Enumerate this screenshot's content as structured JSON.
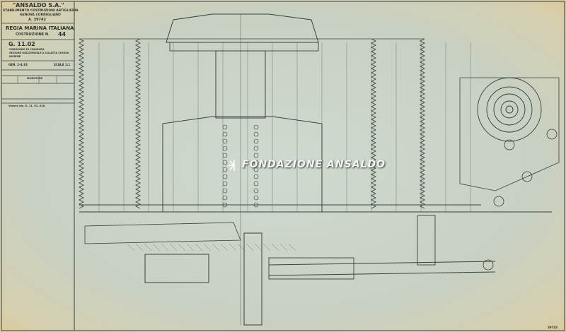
{
  "title_block": {
    "company": "\"ANSALDO S.A.\"",
    "division": "STABILIMENTO COSTRUZIONI ARTIGLIERIA",
    "city": "GENOVA CORNIGLIANO",
    "drawing_ref": "A. 39742",
    "navy": "REGIA MARINA ITALIANA",
    "construction_label": "COSTRUZIONE N.",
    "construction_number": "44",
    "drawing_code": "G. 11.02",
    "description_1": "CONGEGNO DI CHIUSURA",
    "description_2": "SEZIONE ORIZZONTALE A CULATTA CHIUSA",
    "description_3": "INSIEME",
    "date": "GEN. 2-4-33",
    "scale": "SCALA 1:1",
    "modifications_header": "MODIFICHE",
    "footer_note": "Vedere dis. G. 11. 01. 018."
  },
  "watermark": "FONDAZIONE ANSALDO",
  "sheet_number": "39743",
  "colors": {
    "paper": "#cdd5c8",
    "ink": "#3a403c",
    "stain": "#dcc99a"
  }
}
